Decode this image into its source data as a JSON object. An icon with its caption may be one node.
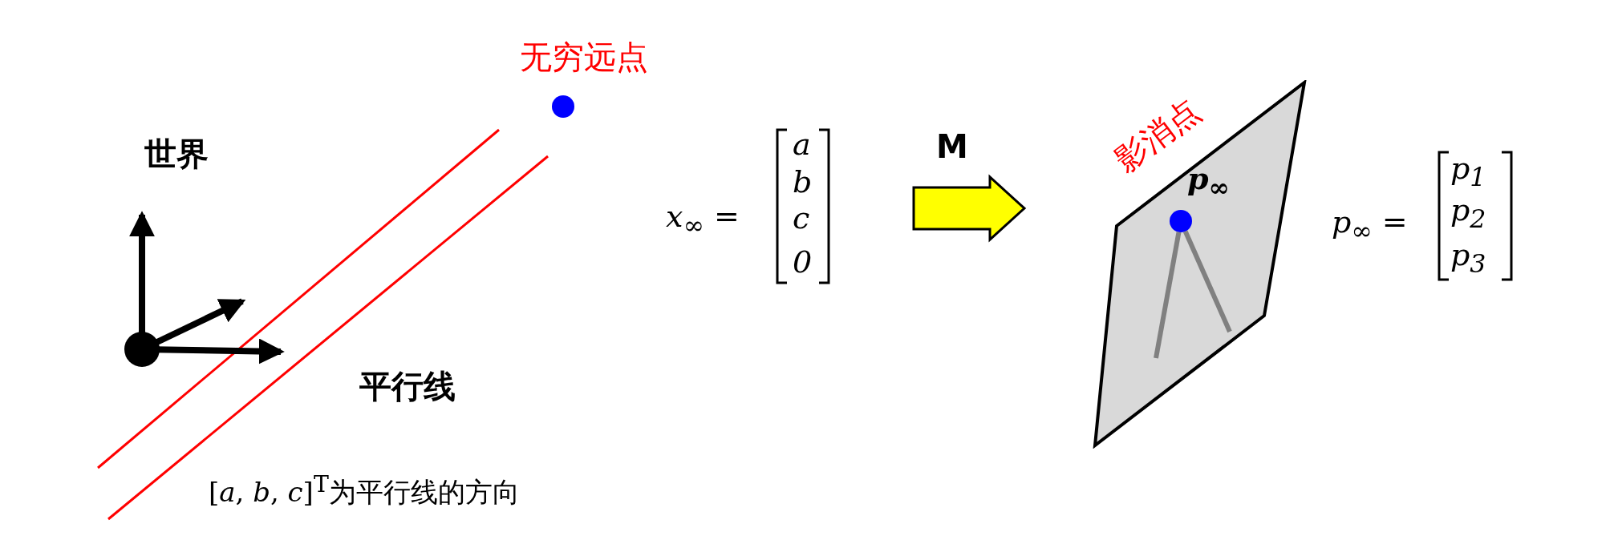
{
  "diagram": {
    "nodes": [
      {
        "text": [],
        "shape": "circle",
        "beside": [
          "无穷远点"
        ]
      },
      {
        "text": [],
        "shape": "box"
      },
      {
        "text": [],
        "shape": "circle",
        "beside": [
          "影消点",
          "p$_{∞}$"
        ],
        "in": 1
      }
    ],
    "edges": [
      {
        "from": null,
        "to": 2,
        "arrow": "none",
        "color": "#808080"
      },
      {
        "from": null,
        "to": 2,
        "arrow": "none",
        "color": "#808080"
      }
    ],
    "labels": [
      "世界",
      "x$_{∞}$ =",
      "a",
      "b",
      "c",
      "0",
      "M",
      "p$_{∞}$ =",
      "p$_{1}$",
      "p$_{2}$",
      "p$_{3}$",
      "平行线",
      "[*a*, *b*, *c*]$^{T}$为平行线的方向"
    ]
  }
}
